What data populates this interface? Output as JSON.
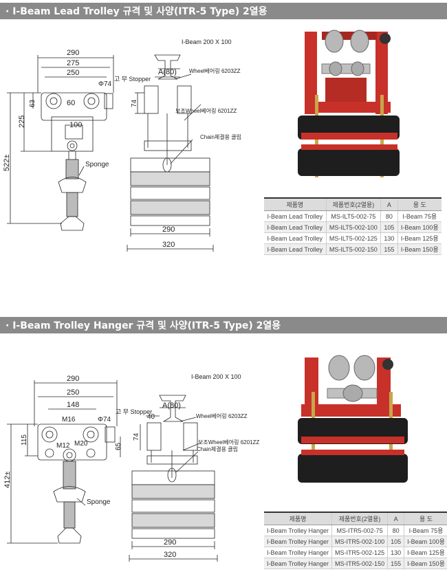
{
  "section1": {
    "title": "· I-Beam Lead Trolley 규격 및 사양(ITR-5 Type) 2열용",
    "labels": {
      "d290": "290",
      "d275": "275",
      "d250": "250",
      "phi74": "Φ74",
      "stopper": "고 무 Stopper",
      "ibeam": "I-Beam 200 X 100",
      "a80": "A(80)",
      "wheel": "Wheel베어링 6203ZZ",
      "aux_wheel": "보조Wheel베어링 6201ZZ",
      "d63": "63",
      "d60": "60",
      "d74": "74",
      "d225": "225",
      "d100": "100",
      "d522": "522±",
      "chain": "Chain체결용 클립",
      "sponge": "Sponge",
      "b290": "290",
      "b320": "320"
    },
    "table": {
      "headers": [
        "제품명",
        "제품번호(2열용)",
        "A",
        "용 도"
      ],
      "rows": [
        [
          "I-Beam Lead Trolley",
          "MS-ILT5-002-75",
          "80",
          "I-Beam 75용"
        ],
        [
          "I-Beam Lead Trolley",
          "MS-ILT5-002-100",
          "105",
          "I-Beam 100용"
        ],
        [
          "I-Beam Lead Trolley",
          "MS-ILT5-002-125",
          "130",
          "I-Beam 125용"
        ],
        [
          "I-Beam Lead Trolley",
          "MS-ILT5-002-150",
          "155",
          "I-Beam 150용"
        ]
      ]
    }
  },
  "section2": {
    "title": "· I-Beam Trolley Hanger 규격 및 사양(ITR-5 Type) 2열용",
    "labels": {
      "d290": "290",
      "d250": "250",
      "d148": "148",
      "m16": "M16",
      "phi74": "Φ74",
      "stopper": "고 무 Stopper",
      "ibeam": "I-Beam 200 X 100",
      "a80": "A(80)",
      "d40": "40",
      "wheel": "Wheel베어링 6203ZZ",
      "d115": "115",
      "m12": "M12",
      "m20": "M20",
      "d65": "65",
      "d74": "74",
      "aux_wheel": "보조Wheel베어링 6201ZZ",
      "chain": "Chain체결용 클립",
      "d412": "412±",
      "sponge": "Sponge",
      "b290": "290",
      "b320": "320"
    },
    "table": {
      "headers": [
        "제품명",
        "제품번호(2열용)",
        "A",
        "용 도"
      ],
      "rows": [
        [
          "I-Beam Trolley Hanger",
          "MS-ITR5-002-75",
          "80",
          "I-Beam 75용"
        ],
        [
          "I-Beam Trolley Hanger",
          "MS-ITR5-002-100",
          "105",
          "I-Beam 100용"
        ],
        [
          "I-Beam Trolley Hanger",
          "MS-ITR5-002-125",
          "130",
          "I-Beam 125용"
        ],
        [
          "I-Beam Trolley Hanger",
          "MS-ITR5-002-150",
          "155",
          "I-Beam 150용"
        ]
      ]
    }
  },
  "colors": {
    "header_bar": "#8a8a8a",
    "frame_red": "#c8312a",
    "sponge_black": "#1e1e1e"
  }
}
